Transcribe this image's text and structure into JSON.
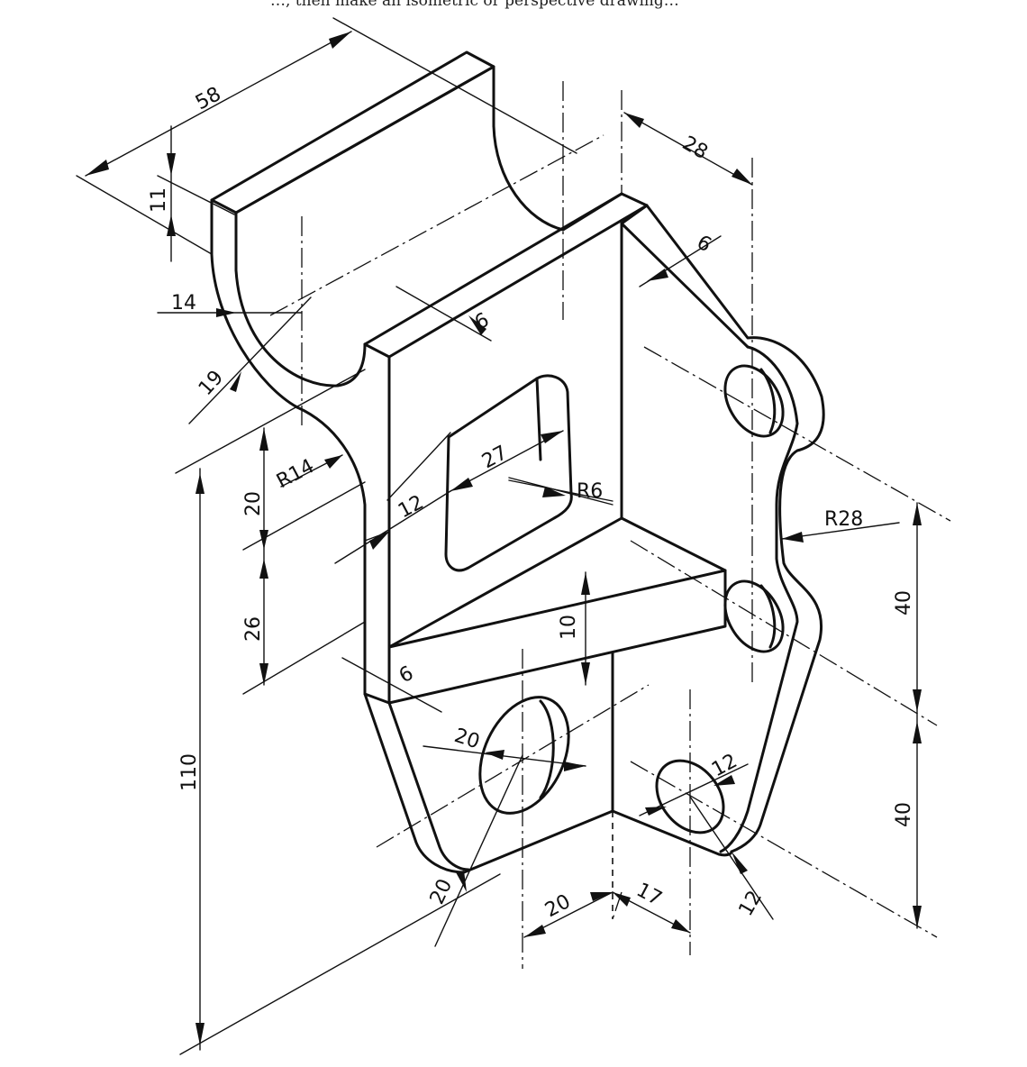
{
  "header_text": "…, then make an isometric or perspective drawing…",
  "dimensions": {
    "d58": "58",
    "d11": "11",
    "d14": "14",
    "d19": "19",
    "r14": "R14",
    "d20_left": "20",
    "d26": "26",
    "d110": "110",
    "d6_top": "6",
    "d12_slot": "12",
    "d27": "27",
    "r6": "R6",
    "d6_rib": "6",
    "d10": "10",
    "d28": "28",
    "d6_side": "6",
    "r28": "R28",
    "d40_upper": "40",
    "d40_lower": "40",
    "d20_hole": "20",
    "d20_rad": "20",
    "d20_base": "20",
    "d17": "17",
    "d12_hole": "12",
    "d12_rad": "12"
  }
}
